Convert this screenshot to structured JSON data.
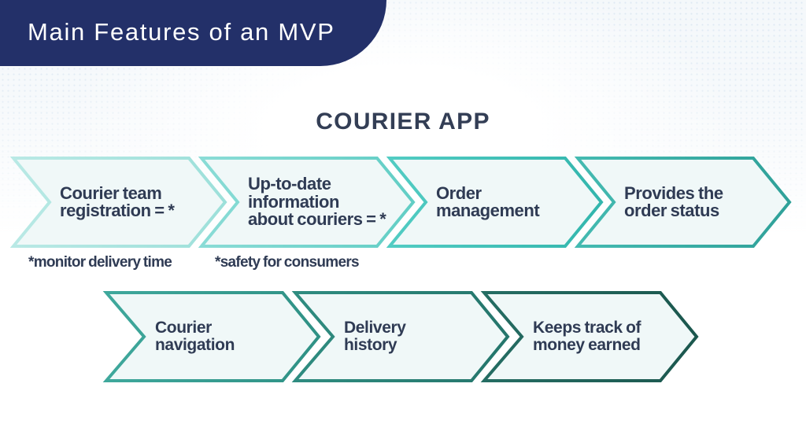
{
  "header": {
    "title": "Main Features of an MVP",
    "bg_color": "#233069",
    "text_color": "#ffffff"
  },
  "heading": "COURIER APP",
  "diagram": {
    "fill_color": "#f0f8f8",
    "text_color": "#2f3b54",
    "rows": [
      {
        "arrows": [
          {
            "label": "Courier team\nregistration = *",
            "border_color_left": "#b9e9e5",
            "border_color_right": "#9de0da"
          },
          {
            "label": "Up-to-date\ninformation\nabout couriers = *",
            "border_color_left": "#8adcd6",
            "border_color_right": "#62cec5"
          },
          {
            "label": "Order\nmanagement",
            "border_color_left": "#52ccc3",
            "border_color_right": "#33b6ad"
          },
          {
            "label": "Provides the\norder status",
            "border_color_left": "#44bab1",
            "border_color_right": "#2fa199"
          }
        ]
      },
      {
        "arrows": [
          {
            "label": "Courier\nnavigation",
            "border_color_left": "#3fa89c",
            "border_color_right": "#2f9185"
          },
          {
            "label": "Delivery\nhistory",
            "border_color_left": "#2f8c80",
            "border_color_right": "#25766c"
          },
          {
            "label": "Keeps track of\nmoney earned",
            "border_color_left": "#256d63",
            "border_color_right": "#1b574e"
          }
        ]
      }
    ],
    "footnotes": [
      {
        "text": "*monitor delivery time"
      },
      {
        "text": "*safety for consumers"
      }
    ]
  }
}
